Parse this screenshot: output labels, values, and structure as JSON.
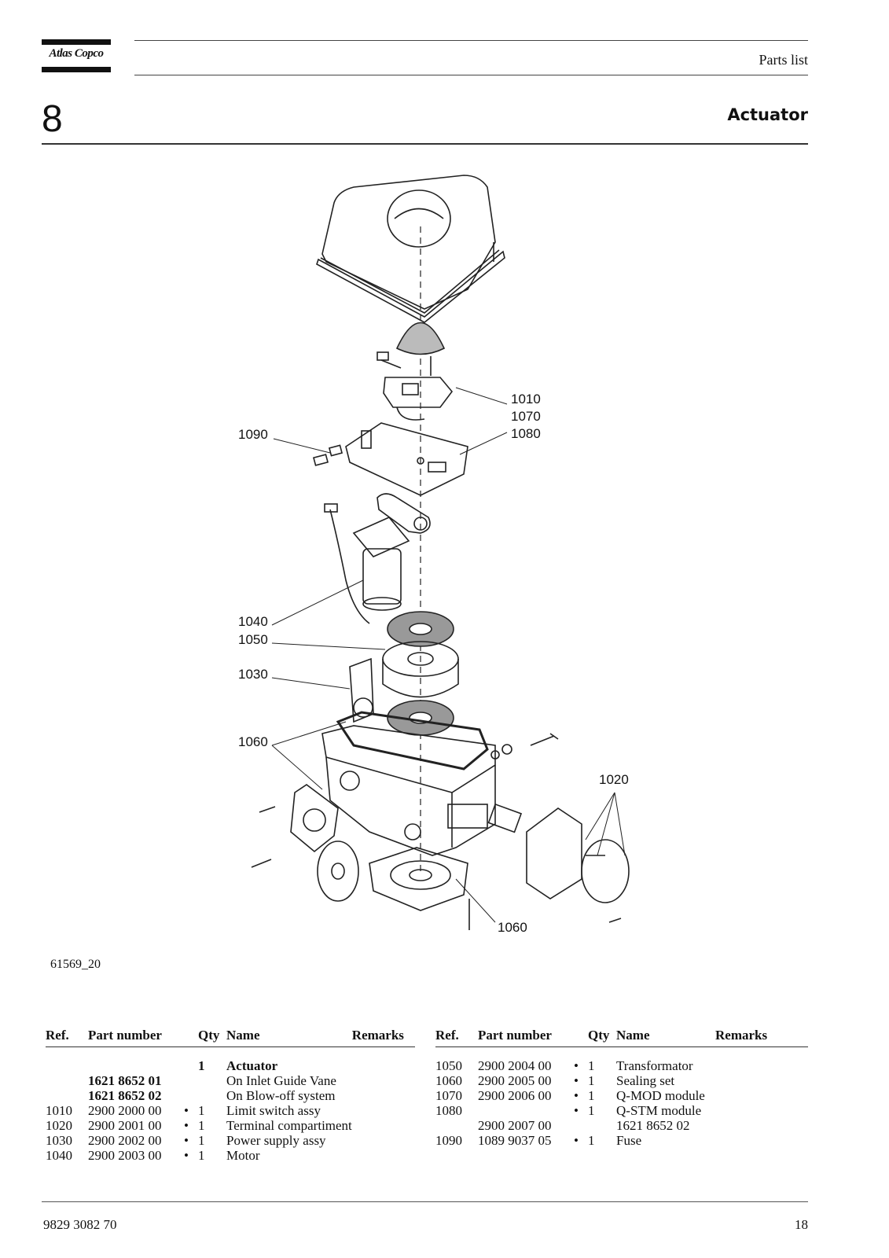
{
  "header": {
    "logo_text": "Atlas Copco",
    "doc_type": "Parts list"
  },
  "section": {
    "number": "8",
    "title": "Actuator"
  },
  "figure": {
    "id": "61569_20",
    "callouts": [
      "1010",
      "1070",
      "1080",
      "1090",
      "1040",
      "1050",
      "1030",
      "1060",
      "1020",
      "1060"
    ]
  },
  "table": {
    "headers": {
      "ref": "Ref.",
      "part_number": "Part number",
      "qty": "Qty",
      "name": "Name",
      "remarks": "Remarks"
    },
    "left_rows": [
      {
        "ref": "",
        "part_number": "",
        "dot": "",
        "qty": "1",
        "name": "Actuator",
        "bold_qty": true,
        "bold_name": true
      },
      {
        "ref": "",
        "part_number": "1621 8652 01",
        "dot": "",
        "qty": "",
        "name": "On Inlet Guide Vane",
        "bold_pn": true
      },
      {
        "ref": "",
        "part_number": "1621 8652 02",
        "dot": "",
        "qty": "",
        "name": "On Blow-off system",
        "bold_pn": true
      },
      {
        "ref": "1010",
        "part_number": "2900 2000 00",
        "dot": "•",
        "qty": "1",
        "name": "Limit switch assy"
      },
      {
        "ref": "1020",
        "part_number": "2900 2001 00",
        "dot": "•",
        "qty": "1",
        "name": "Terminal compartiment"
      },
      {
        "ref": "1030",
        "part_number": "2900 2002 00",
        "dot": "•",
        "qty": "1",
        "name": "Power supply assy"
      },
      {
        "ref": "1040",
        "part_number": "2900 2003 00",
        "dot": "•",
        "qty": "1",
        "name": "Motor"
      }
    ],
    "right_rows": [
      {
        "ref": "1050",
        "part_number": "2900 2004 00",
        "dot": "•",
        "qty": "1",
        "name": "Transformator"
      },
      {
        "ref": "1060",
        "part_number": "2900 2005 00",
        "dot": "•",
        "qty": "1",
        "name": "Sealing set"
      },
      {
        "ref": "1070",
        "part_number": "2900 2006 00",
        "dot": "•",
        "qty": "1",
        "name": "Q-MOD module"
      },
      {
        "ref": "1080",
        "part_number": "",
        "dot": "•",
        "qty": "1",
        "name": "Q-STM module"
      },
      {
        "ref": "",
        "part_number": "2900 2007 00",
        "dot": "",
        "qty": "",
        "name": "1621 8652 02"
      },
      {
        "ref": "1090",
        "part_number": "1089 9037 05",
        "dot": "•",
        "qty": "1",
        "name": "Fuse"
      }
    ]
  },
  "footer": {
    "doc_number": "9829 3082 70",
    "page": "18"
  }
}
